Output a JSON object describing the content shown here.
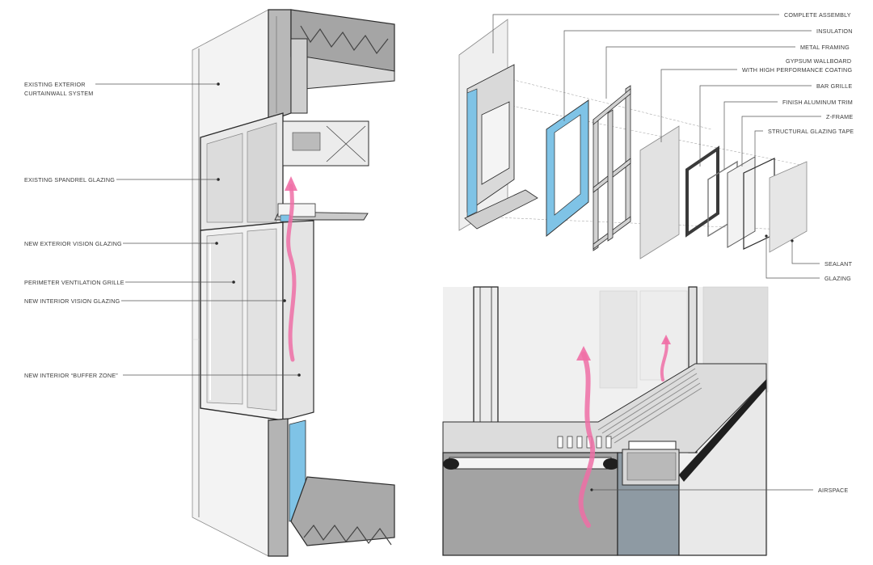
{
  "colors": {
    "concrete": "#bdbdbd",
    "concrete_dark": "#9a9a9a",
    "glass": "#e3e3e3",
    "insulation": "#7fc3e6",
    "airflow": "#ef6fa6",
    "line": "#2b2b2b"
  },
  "section": {
    "labels": {
      "existing_curtainwall": [
        "EXISTING EXTERIOR",
        "CURTAINWALL SYSTEM"
      ],
      "spandrel_glazing": "EXISTING SPANDREL GLAZING",
      "exterior_vision_glazing": "NEW EXTERIOR VISION GLAZING",
      "ventilation_grille": "PERIMETER VENTILATION GRILLE",
      "interior_vision_glazing": "NEW INTERIOR VISION GLAZING",
      "buffer_zone": "NEW INTERIOR “BUFFER ZONE”"
    }
  },
  "exploded": {
    "labels": {
      "complete_assembly": "COMPLETE ASSEMBLY",
      "insulation": "INSULATION",
      "metal_framing": "METAL FRAMING",
      "gypsum_wallboard": [
        "GYPSUM WALLBOARD",
        "WITH HIGH PERFORMANCE COATING"
      ],
      "bar_grille": "BAR GRILLE",
      "finish_trim": "FINISH ALUMINUM TRIM",
      "z_frame": "Z-FRAME",
      "glazing_tape": "STRUCTURAL GLAZING TAPE",
      "sealant": "SEALANT",
      "glazing": "GLAZING"
    }
  },
  "detail": {
    "labels": {
      "airspace": "AIRSPACE"
    }
  }
}
